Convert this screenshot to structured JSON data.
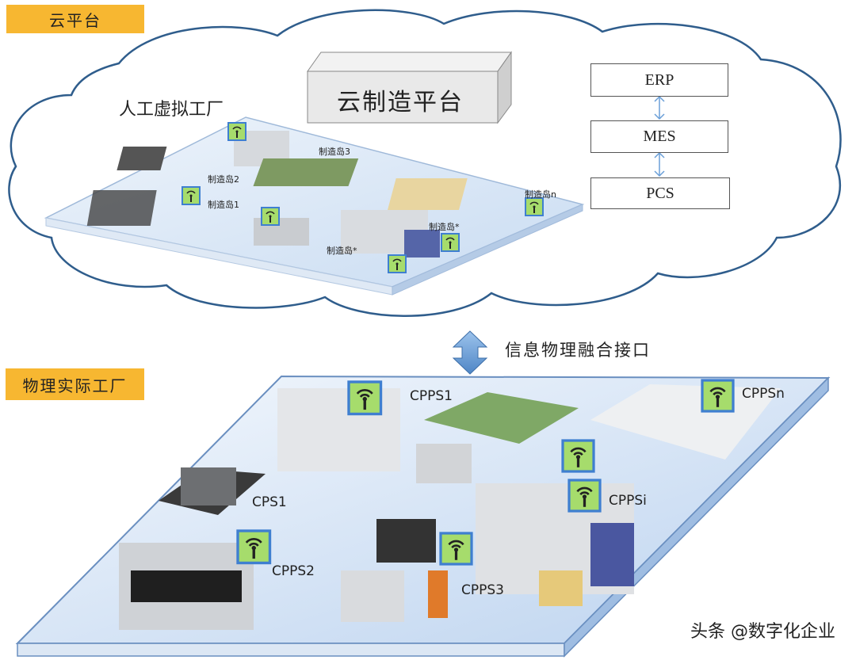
{
  "cloud_section": {
    "tag": "云平台",
    "virtual_factory_label": "人工虚拟工厂",
    "platform_box": "云制造平台",
    "islands": [
      "制造岛2",
      "制造岛3",
      "制造岛1",
      "制造岛n",
      "制造岛*",
      "制造岛*"
    ]
  },
  "stack": {
    "erp": "ERP",
    "mes": "MES",
    "pcs": "PCS"
  },
  "interface_label": "信息物理融合接口",
  "physical_section": {
    "tag": "物理实际工厂",
    "units": [
      "CPPS1",
      "CPPSn",
      "CPS1",
      "CPPSi",
      "CPPS2",
      "CPPS3"
    ]
  },
  "watermark": "头条 @数字化企业",
  "colors": {
    "accent_tag": "#f7b731",
    "platform_blue": "#cfe0f5",
    "wifi_green": "#9fd46a",
    "arrow_blue": "#6a9fd8"
  }
}
